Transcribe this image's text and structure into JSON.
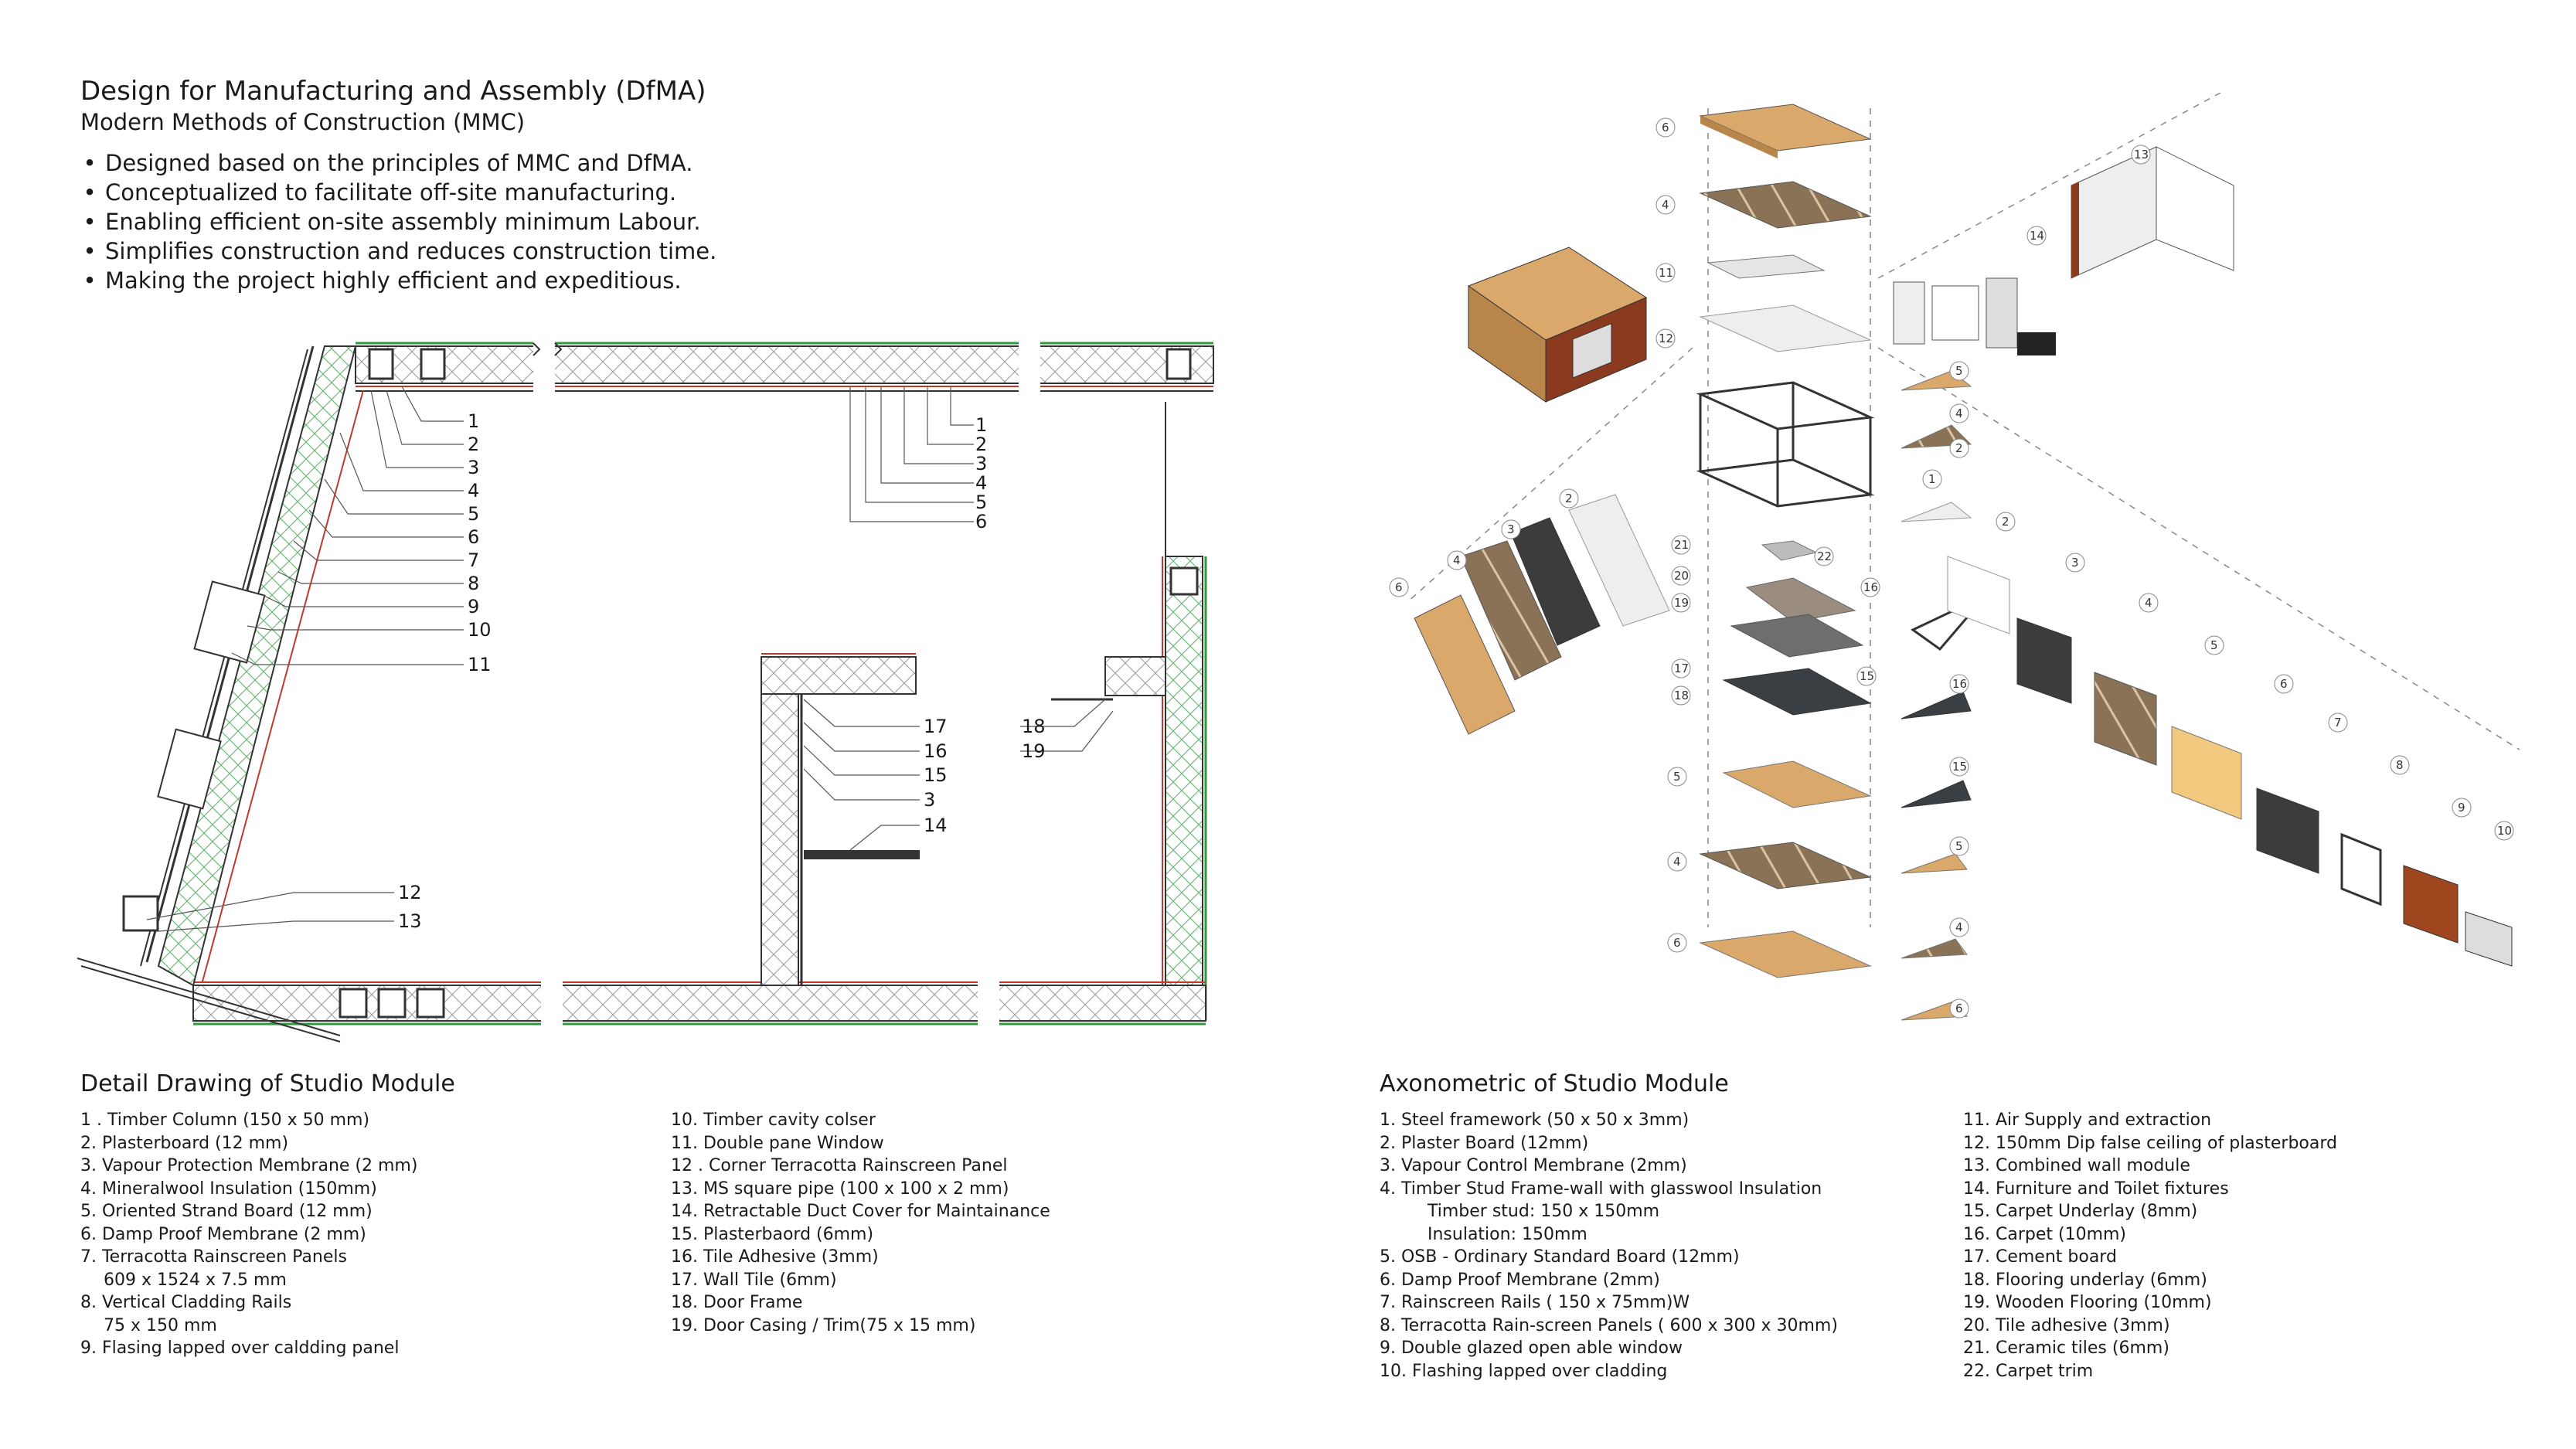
{
  "header": {
    "title": "Design for Manufacturing and Assembly (DfMA)",
    "subtitle": "Modern Methods of Construction (MMC)",
    "bullets": [
      "Designed based on the principles of MMC and DfMA.",
      "Conceptualized to facilitate off-site manufacturing.",
      "Enabling efficient on-site assembly minimum Labour.",
      "Simplifies construction and reduces construction time.",
      "Making the project highly efficient and expeditious."
    ]
  },
  "detail_drawing": {
    "title": "Detail Drawing of Studio Module",
    "callouts_left": [
      "1",
      "2",
      "3",
      "4",
      "5",
      "6",
      "7",
      "8",
      "9",
      "10",
      "11"
    ],
    "callouts_top": [
      "1",
      "2",
      "3",
      "4",
      "5",
      "6"
    ],
    "callouts_inner": [
      "17",
      "16",
      "15",
      "3",
      "14"
    ],
    "callouts_door": [
      "18",
      "19"
    ],
    "callouts_bottom": [
      "12",
      "13"
    ],
    "legend_col1": [
      "1 . Timber Column (150 x 50 mm)",
      "2. Plasterboard (12 mm)",
      "3. Vapour Protection Membrane (2 mm)",
      "4. Mineralwool Insulation (150mm)",
      "5. Oriented Strand Board (12 mm)",
      "6. Damp Proof Membrane (2 mm)",
      "7. Terracotta Rainscreen Panels",
      "609 x 1524 x 7.5 mm",
      "8. Vertical Cladding Rails",
      "75 x 150 mm",
      "9. Flasing lapped over caldding panel"
    ],
    "legend_col2": [
      "10. Timber cavity colser",
      "11. Double pane Window",
      "12 . Corner Terracotta Rainscreen Panel",
      "13. MS square pipe (100 x 100 x 2 mm)",
      "14. Retractable Duct Cover for Maintainance",
      "15. Plasterbaord (6mm)",
      "16. Tile Adhesive (3mm)",
      "17. Wall Tile (6mm)",
      "18. Door Frame",
      "19. Door Casing / Trim(75 x 15 mm)"
    ]
  },
  "axonometric": {
    "title": "Axonometric of Studio Module",
    "legend_col1": [
      "1. Steel framework (50 x 50 x 3mm)",
      "2. Plaster Board (12mm)",
      "3. Vapour Control Membrane (2mm)",
      "4. Timber Stud Frame-wall with glasswool Insulation",
      "Timber stud: 150 x 150mm",
      "Insulation: 150mm",
      "5. OSB - Ordinary Standard Board (12mm)",
      "6. Damp Proof Membrane (2mm)",
      "7. Rainscreen Rails ( 150 x 75mm)W",
      "8. Terracotta Rain-screen Panels ( 600 x 300 x 30mm)",
      "9. Double glazed open able window",
      "10. Flashing lapped over cladding"
    ],
    "legend_col2": [
      "11. Air Supply and extraction",
      "12. 150mm Dip false ceiling of plasterboard",
      "13. Combined wall module",
      "14. Furniture and Toilet fixtures",
      "15. Carpet Underlay (8mm)",
      "16. Carpet (10mm)",
      "17. Cement board",
      "18. Flooring underlay (6mm)",
      "19. Wooden Flooring (10mm)",
      "20. Tile adhesive (3mm)",
      "21. Ceramic tiles (6mm)",
      "22. Carpet trim"
    ],
    "tags": {
      "center_stack": [
        "6",
        "4",
        "11",
        "12",
        "21",
        "20",
        "19",
        "22",
        "17",
        "18",
        "5",
        "4",
        "6"
      ],
      "right_stack": [
        "5",
        "4",
        "2",
        "1",
        "16",
        "15",
        "16",
        "15",
        "5",
        "4",
        "6"
      ],
      "left_wall": [
        "2",
        "3",
        "4",
        "6"
      ],
      "right_wall": [
        "2",
        "3",
        "4",
        "5",
        "6",
        "7",
        "8",
        "9",
        "10"
      ],
      "top_right": [
        "13",
        "14"
      ]
    }
  },
  "colors": {
    "osb": "#d9a86a",
    "wood_dark": "#7a5a3a",
    "terracotta": "#a0461e",
    "membrane_dark": "#3c3c3c",
    "green_line": "#2f9a3c",
    "red_line": "#c0392b"
  }
}
